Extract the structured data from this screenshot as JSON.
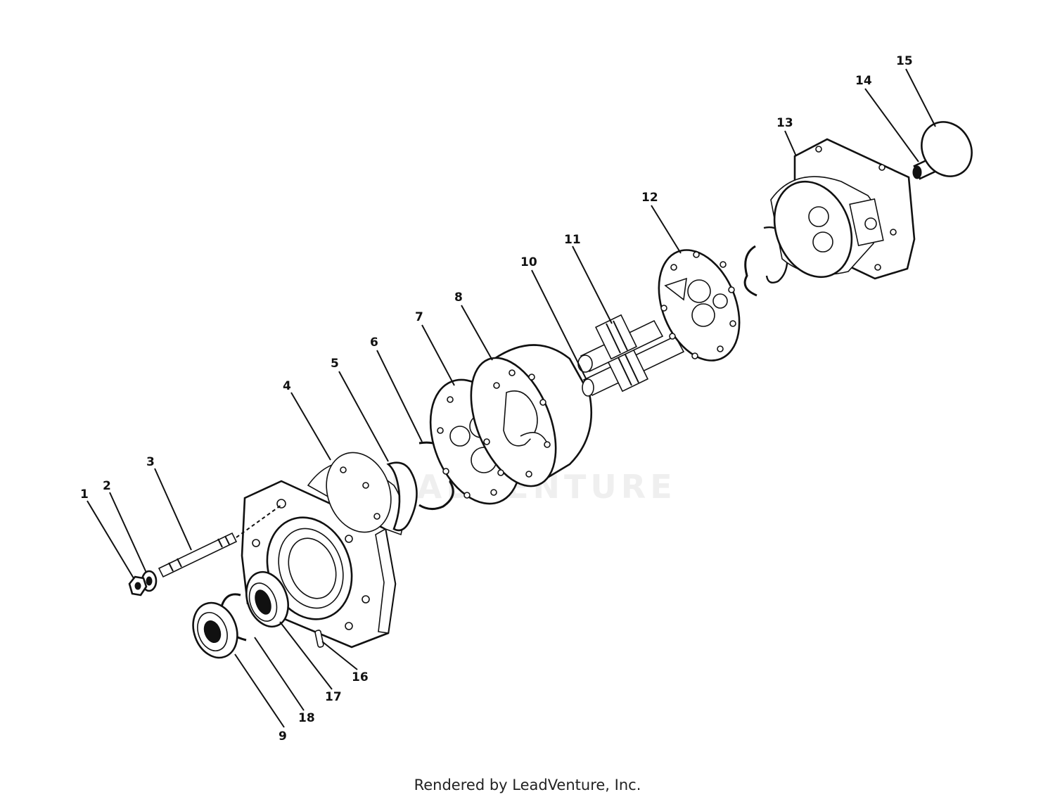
{
  "diagram": {
    "parts": [
      {
        "callout": "1",
        "name": "nut"
      },
      {
        "callout": "2",
        "name": "lock-washer"
      },
      {
        "callout": "3",
        "name": "stud"
      },
      {
        "callout": "4",
        "name": "mounting-flange"
      },
      {
        "callout": "5",
        "name": "seal"
      },
      {
        "callout": "6",
        "name": "seal-ring"
      },
      {
        "callout": "7",
        "name": "wear-plate"
      },
      {
        "callout": "8",
        "name": "gear-housing"
      },
      {
        "callout": "9",
        "name": "shaft-seal"
      },
      {
        "callout": "10",
        "name": "drive-gear-shaft"
      },
      {
        "callout": "11",
        "name": "idler-gear"
      },
      {
        "callout": "12",
        "name": "wear-plate"
      },
      {
        "callout": "13",
        "name": "port-end-cover"
      },
      {
        "callout": "14",
        "name": "dowel-pin"
      },
      {
        "callout": "15",
        "name": "o-ring"
      },
      {
        "callout": "16",
        "name": "pin"
      },
      {
        "callout": "17",
        "name": "bearing"
      },
      {
        "callout": "18",
        "name": "retaining-ring"
      }
    ],
    "watermark_text": "LEADVENTURE",
    "footer_text": "Rendered by LeadVenture, Inc."
  }
}
